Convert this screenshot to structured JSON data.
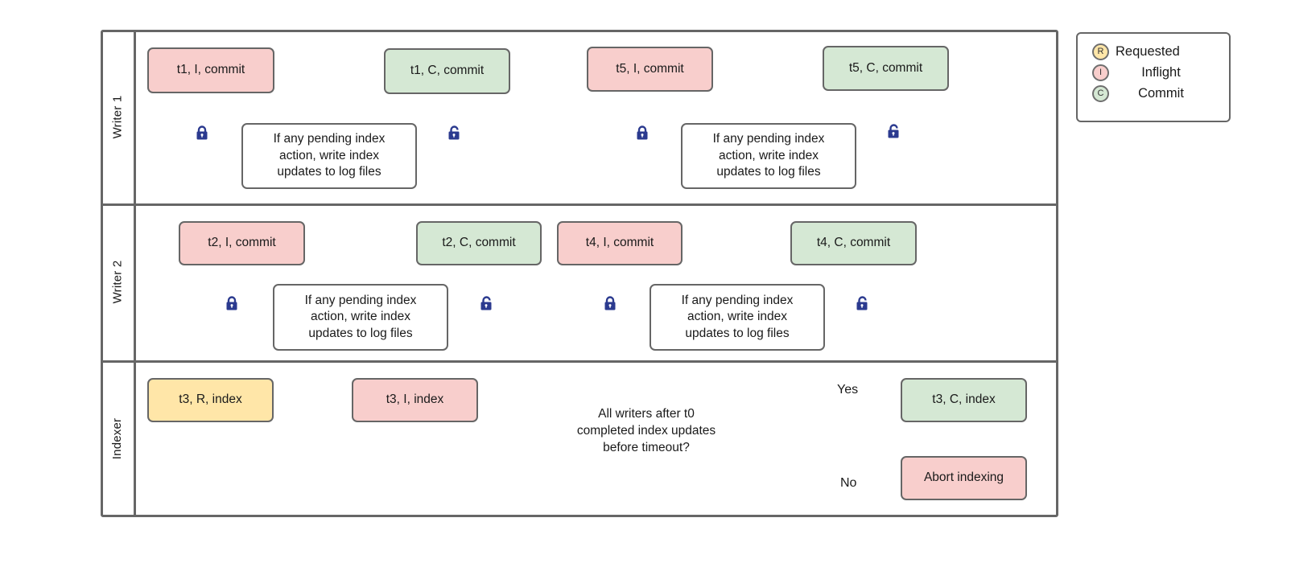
{
  "diagram": {
    "title": "Writer / Indexer concurrency swimlane flowchart",
    "colors": {
      "inflight": "#f8cecc",
      "commit": "#d5e8d4",
      "requested": "#ffe6a8",
      "stroke": "#666666",
      "lock": "#2b3a8f"
    }
  },
  "lanes": [
    {
      "label": "Writer 1"
    },
    {
      "label": "Writer 2"
    },
    {
      "label": "Indexer"
    }
  ],
  "writer1": {
    "start_node": "t1, I, commit",
    "process_node": "If any pending index action, write index updates to log files",
    "end_node": "t1, C, commit",
    "start_node_2": "t5, I, commit",
    "process_node_2": "If any pending index action, write index updates to log files",
    "end_node_2": "t5, C, commit",
    "lock_icon": "lock-closed-icon",
    "unlock_icon": "lock-open-icon"
  },
  "writer2": {
    "start_node": "t2, I, commit",
    "process_node": "If any pending index action, write index updates to log files",
    "end_node": "t2, C, commit",
    "start_node_2": "t4, I, commit",
    "process_node_2": "If any pending index action, write index updates to log files",
    "end_node_2": "t4, C, commit",
    "lock_icon": "lock-closed-icon",
    "unlock_icon": "lock-open-icon"
  },
  "indexer": {
    "requested_node": "t3, R, index",
    "inflight_node": "t3, I, index",
    "decision_node": "All writers after t0 completed index updates before timeout?",
    "decision_line1": "All writers after t0",
    "decision_line2": "completed index updates",
    "decision_line3": "before timeout?",
    "yes_label": "Yes",
    "no_label": "No",
    "yes_target": "t3, C, index",
    "no_target": "Abort indexing"
  },
  "legend": {
    "items": [
      {
        "badge": "R",
        "label": "Requested"
      },
      {
        "badge": "I",
        "label": "Inflight"
      },
      {
        "badge": "C",
        "label": "Commit"
      }
    ]
  },
  "process_text": {
    "line1": "If any pending index",
    "line2": "action, write index",
    "line3": "updates to log files"
  }
}
